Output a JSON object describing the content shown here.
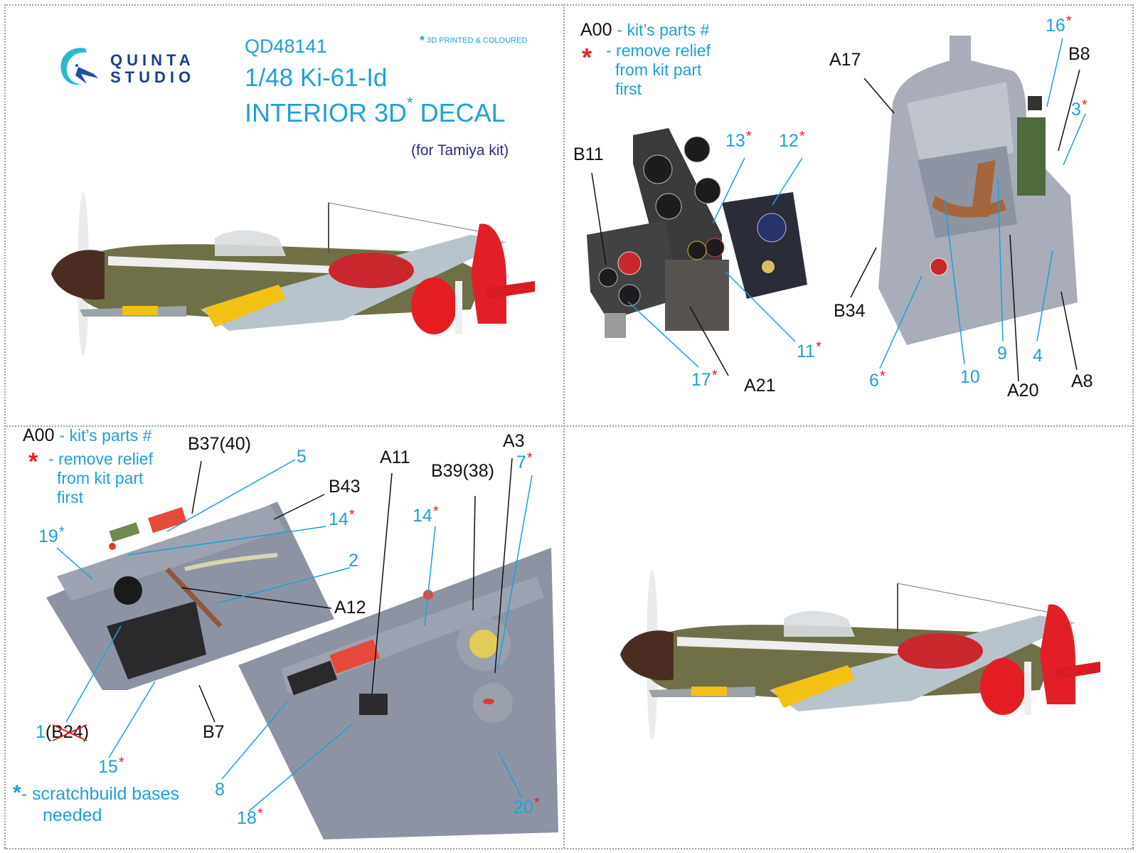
{
  "header": {
    "brand_line1": "QUINTA",
    "brand_line2": "STUDIO",
    "product_code": "QD48141",
    "scale_model": "1/48  Ki-61-Id",
    "title_pre": "INTERIOR 3D",
    "title_post": " DECAL",
    "title_asterisk": "*",
    "kit_note": "(for Tamiya kit)",
    "printed_note_star": "*",
    "printed_note": "3D PRINTED & COLOURED"
  },
  "legend_top_right": {
    "code_example": "A00",
    "code_meaning": "- kit’s parts #",
    "star": "*",
    "star_meaning_lines": [
      "- remove relief",
      "from kit part",
      "first"
    ]
  },
  "legend_bottom_left": {
    "code_example": "A00",
    "code_meaning": "- kit’s parts #",
    "star": "*",
    "star_meaning_lines": [
      "- remove relief",
      "from kit part",
      "first"
    ],
    "scratch_star": "*",
    "scratch_lines": [
      "- scratchbuild bases",
      "needed"
    ]
  },
  "panel_instrument_labels": {
    "B11": "B11",
    "13": "13",
    "12": "12",
    "11": "11",
    "17": "17",
    "A21": "A21"
  },
  "panel_seat_labels": {
    "A17": "A17",
    "16": "16",
    "B8": "B8",
    "3": "3",
    "B34": "B34",
    "6": "6",
    "10": "10",
    "9": "9",
    "A20": "A20",
    "4": "4",
    "A8": "A8"
  },
  "panel_left_side_labels": {
    "B37": "B37(40)",
    "5": "5",
    "B43": "B43",
    "14": "14",
    "19": "19",
    "2": "2",
    "A12": "A12",
    "1": "1",
    "B24": "(B24)",
    "15": "15",
    "B7": "B7"
  },
  "panel_right_side_labels": {
    "A11": "A11",
    "B39": "B39(38)",
    "A3": "A3",
    "7": "7",
    "14": "14",
    "8": "8",
    "18": "18",
    "20": "20"
  },
  "colors": {
    "accent_blue": "#1ea0d6",
    "navy": "#2b2a8a",
    "red_star": "#e8201e",
    "part_grey": "#8e93a3"
  }
}
